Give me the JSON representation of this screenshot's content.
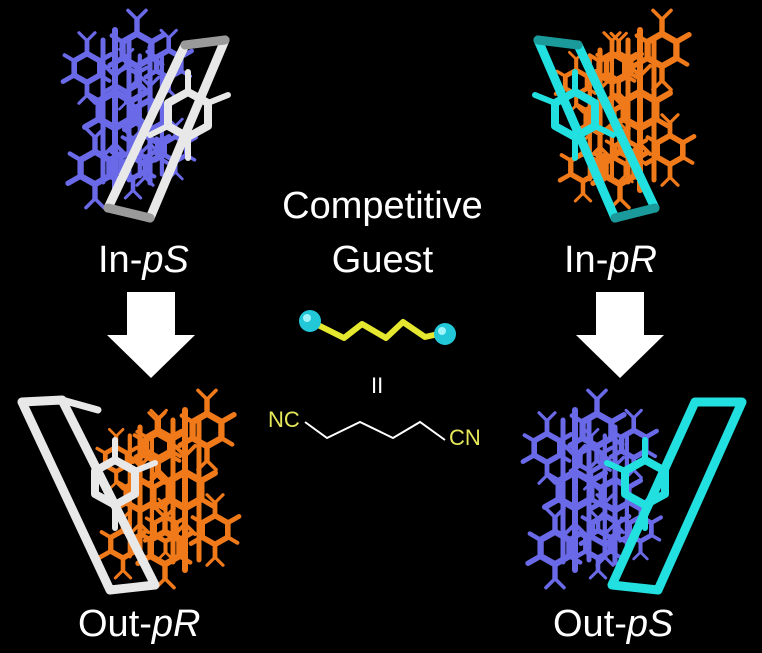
{
  "colors": {
    "background": "#000000",
    "blue_molecule": "#6a6ae8",
    "orange_molecule": "#f07a1a",
    "cyan_molecule": "#22e0e0",
    "white_molecule": "#e8e8e8",
    "yellow_chain": "#e6e830",
    "arrow": "#ffffff"
  },
  "top_left": {
    "prefix": "In-",
    "chirality": "pS"
  },
  "top_right": {
    "prefix": "In-",
    "chirality": "pR"
  },
  "bottom_left": {
    "prefix": "Out-",
    "chirality": "pR"
  },
  "bottom_right": {
    "prefix": "Out-",
    "chirality": "pS"
  },
  "center": {
    "title_line1": "Competitive",
    "title_line2": "Guest",
    "equals": "II",
    "formula_left": "NC",
    "formula_right": "CN"
  }
}
